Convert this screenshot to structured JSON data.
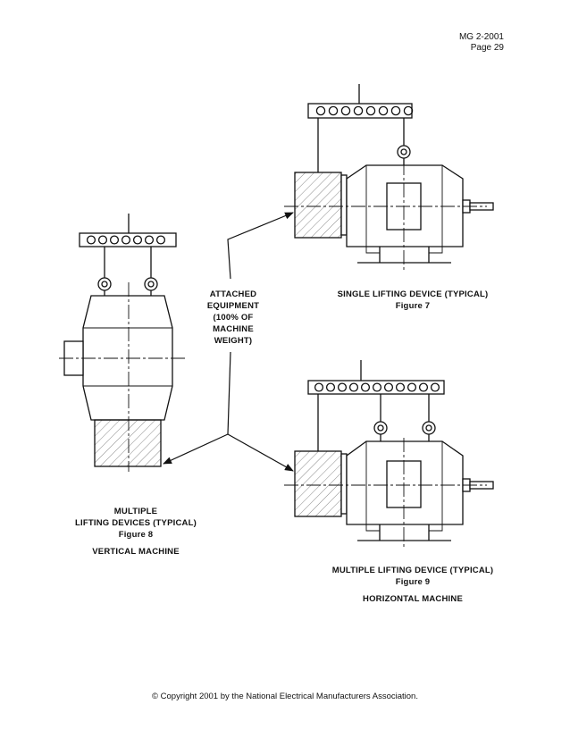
{
  "header": {
    "doc_id": "MG 2-2001",
    "page": "Page  29"
  },
  "labels": {
    "attached": [
      "ATTACHED",
      "EQUIPMENT",
      "(100% OF",
      "MACHINE",
      "WEIGHT)"
    ],
    "fig7_caption": "SINGLE LIFTING DEVICE (TYPICAL)",
    "fig7_number": "Figure 7",
    "fig8_caption": [
      "MULTIPLE",
      "LIFTING DEVICES (TYPICAL)"
    ],
    "fig8_number": "Figure 8",
    "fig8_title": "VERTICAL MACHINE",
    "fig9_caption": "MULTIPLE LIFTING DEVICE (TYPICAL)",
    "fig9_number": "Figure 9",
    "fig9_title": "HORIZONTAL MACHINE"
  },
  "footer": {
    "copyright": "© Copyright 2001 by the National Electrical Manufacturers Association."
  }
}
